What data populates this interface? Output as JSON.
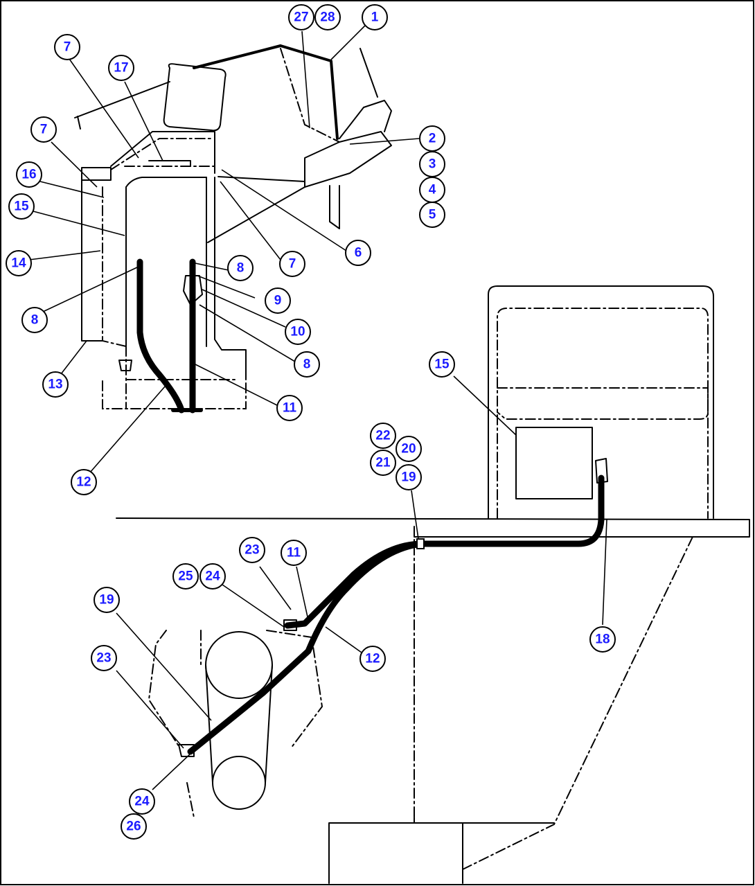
{
  "callouts": [
    {
      "id": "c1",
      "label": "1"
    },
    {
      "id": "c2",
      "label": "2"
    },
    {
      "id": "c3",
      "label": "3"
    },
    {
      "id": "c4",
      "label": "4"
    },
    {
      "id": "c5",
      "label": "5"
    },
    {
      "id": "c6",
      "label": "6"
    },
    {
      "id": "c7a",
      "label": "7"
    },
    {
      "id": "c7b",
      "label": "7"
    },
    {
      "id": "c7c",
      "label": "7"
    },
    {
      "id": "c8a",
      "label": "8"
    },
    {
      "id": "c8b",
      "label": "8"
    },
    {
      "id": "c8c",
      "label": "8"
    },
    {
      "id": "c9",
      "label": "9"
    },
    {
      "id": "c10",
      "label": "10"
    },
    {
      "id": "c11a",
      "label": "11"
    },
    {
      "id": "c11b",
      "label": "11"
    },
    {
      "id": "c12a",
      "label": "12"
    },
    {
      "id": "c12b",
      "label": "12"
    },
    {
      "id": "c13",
      "label": "13"
    },
    {
      "id": "c14",
      "label": "14"
    },
    {
      "id": "c15a",
      "label": "15"
    },
    {
      "id": "c15b",
      "label": "15"
    },
    {
      "id": "c16",
      "label": "16"
    },
    {
      "id": "c17",
      "label": "17"
    },
    {
      "id": "c18",
      "label": "18"
    },
    {
      "id": "c19a",
      "label": "19"
    },
    {
      "id": "c19b",
      "label": "19"
    },
    {
      "id": "c20",
      "label": "20"
    },
    {
      "id": "c21",
      "label": "21"
    },
    {
      "id": "c22",
      "label": "22"
    },
    {
      "id": "c23a",
      "label": "23"
    },
    {
      "id": "c23b",
      "label": "23"
    },
    {
      "id": "c24a",
      "label": "24"
    },
    {
      "id": "c24b",
      "label": "24"
    },
    {
      "id": "c25",
      "label": "25"
    },
    {
      "id": "c26",
      "label": "26"
    },
    {
      "id": "c27",
      "label": "27"
    },
    {
      "id": "c28",
      "label": "28"
    }
  ]
}
